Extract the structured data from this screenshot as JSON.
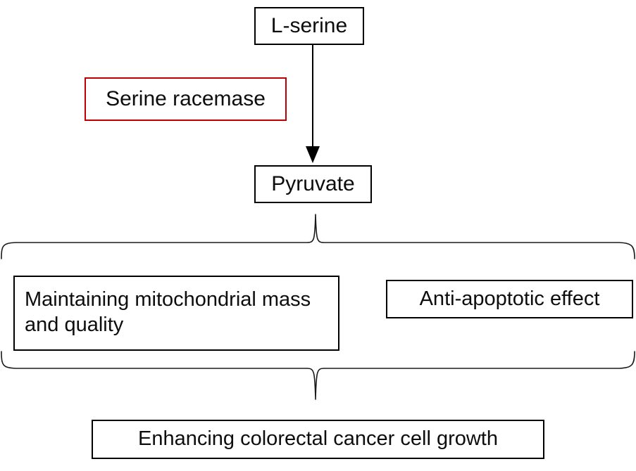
{
  "diagram": {
    "title": "L-serine to colorectal cancer cell growth pathway",
    "type": "flowchart",
    "background_color": "#ffffff",
    "default_border_color": "#000000",
    "highlight_border_color": "#c00000",
    "text_color": "#0d0d0d"
  },
  "nodes": {
    "l_serine": {
      "label": "L-serine",
      "border_color": "#000000",
      "align": "center"
    },
    "serine_racemase": {
      "label": "Serine racemase",
      "border_color": "#c00000",
      "align": "center"
    },
    "pyruvate": {
      "label": "Pyruvate",
      "border_color": "#000000",
      "align": "center"
    },
    "mitochondrial": {
      "label": "Maintaining mitochondrial mass and quality",
      "border_color": "#000000",
      "align": "left"
    },
    "anti_apoptotic": {
      "label": "Anti-apoptotic effect",
      "border_color": "#000000",
      "align": "center"
    },
    "growth": {
      "label": "Enhancing colorectal cancer cell growth",
      "border_color": "#000000",
      "align": "center"
    }
  },
  "connectors": {
    "arrow_serine_to_pyruvate": {
      "icon": "down-arrow-icon",
      "from": "l_serine",
      "to": "pyruvate"
    },
    "brace_top": {
      "icon": "curly-brace-up-icon",
      "from": "pyruvate",
      "to": "effects-group"
    },
    "brace_bottom": {
      "icon": "curly-brace-down-icon",
      "from": "effects-group",
      "to": "growth"
    }
  }
}
